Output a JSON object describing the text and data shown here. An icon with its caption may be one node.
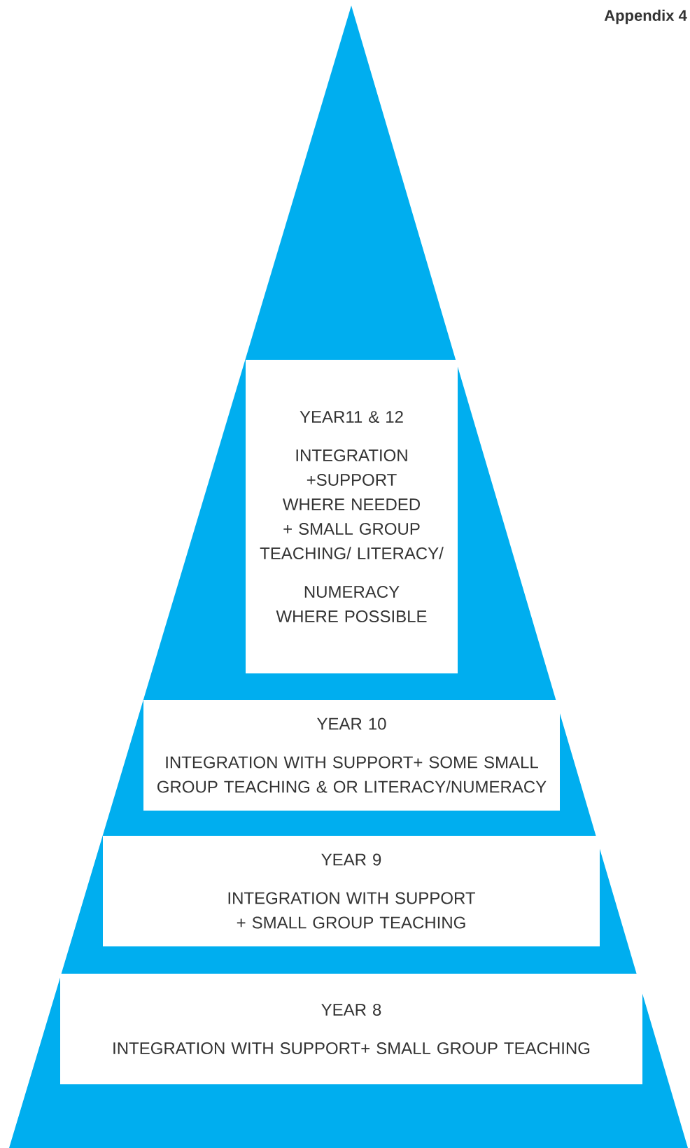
{
  "diagram": {
    "title": "Appendix 4",
    "nodes": [
      {
        "text": [
          "YEAR11 & 12",
          "INTEGRATION +SUPPORT WHERE NEEDED + SMALL GROUP TEACHING/ LITERACY/",
          "NUMERACY WHERE POSSIBLE"
        ]
      },
      {
        "text": [
          "YEAR 10",
          "INTEGRATION WITH SUPPORT+ SOME SMALL GROUP TEACHING & OR LITERACY/NUMERACY"
        ]
      },
      {
        "text": [
          "YEAR 9",
          "INTEGRATION WITH SUPPORT + SMALL GROUP TEACHING"
        ]
      },
      {
        "text": [
          "YEAR 8",
          "INTEGRATION WITH SUPPORT+ SMALL GROUP TEACHING"
        ]
      }
    ]
  }
}
